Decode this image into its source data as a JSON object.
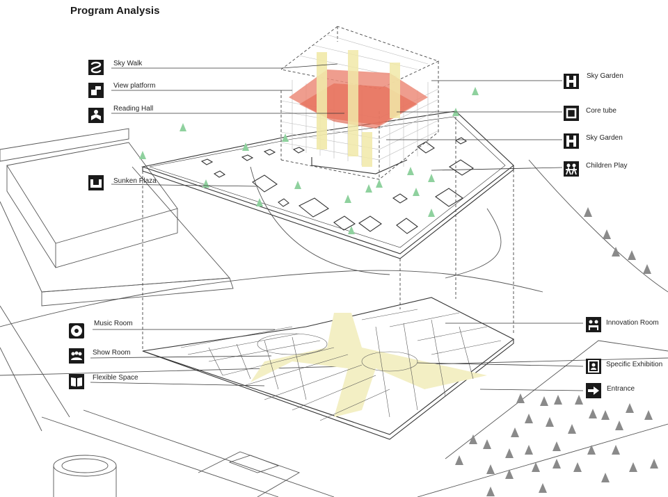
{
  "title": "Program Analysis",
  "labels_left": {
    "sky_walk": "Sky Walk",
    "view_platform": "View platform",
    "reading_hall": "Reading Hall",
    "sunken_plaza": "Sunken Plaza",
    "music_room": "Music Room",
    "show_room": "Show Room",
    "flexible_space": "Flexible Space"
  },
  "labels_right": {
    "sky_garden_top": "Sky Garden",
    "core_tube": "Core tube",
    "sky_garden_mid": "Sky Garden",
    "children_play": "Children Play",
    "innovation_room": "Innovation Room",
    "specific_exhibition": "Specific Exhibition",
    "entrance": "Entrance"
  },
  "icons": {
    "sky_walk": "sky-walk-icon",
    "view_platform": "view-platform-icon",
    "reading_hall": "reading-hall-icon",
    "sunken_plaza": "sunken-plaza-icon",
    "music_room": "music-room-icon",
    "show_room": "show-room-icon",
    "flexible_space": "book-icon",
    "sky_garden": "sky-garden-icon",
    "core_tube": "core-tube-icon",
    "children_play": "children-play-icon",
    "innovation_room": "innovation-room-icon",
    "specific_exhibition": "exhibition-icon",
    "entrance": "entrance-icon"
  },
  "colors": {
    "line": "#444444",
    "tree": "#8fd19e",
    "tree_dark": "#7a7a7a",
    "volume_red": "#e8735e",
    "volume_yellow": "#f4ecb0",
    "ground_yellow": "#f3efc4",
    "icon": "#1a1a1a"
  }
}
